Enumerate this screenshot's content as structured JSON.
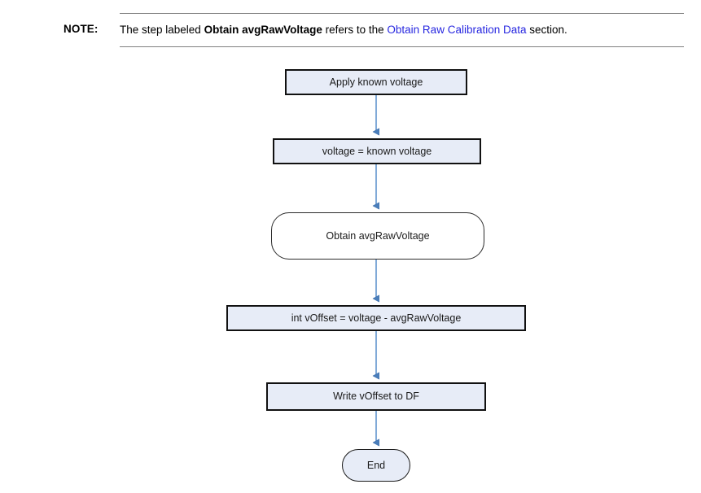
{
  "note": {
    "label": "NOTE:",
    "text_before": "The step labeled ",
    "text_bold": "Obtain avgRawVoltage",
    "text_middle": " refers to the ",
    "link": "Obtain Raw Calibration Data",
    "text_after": " section.",
    "link_color": "#2727e0",
    "rule_color": "#808080"
  },
  "flowchart": {
    "connector_color": "#4a7ebb",
    "process_fill": "#e7ecf7",
    "process_border": "#111111",
    "nodes": [
      {
        "id": "apply-known-voltage",
        "label": "Apply known voltage",
        "shape": "process"
      },
      {
        "id": "voltage-assign",
        "label": "voltage = known voltage",
        "shape": "process"
      },
      {
        "id": "obtain-avg",
        "label": "Obtain avgRawVoltage",
        "shape": "rounded"
      },
      {
        "id": "voffset-calc",
        "label": "int vOffset = voltage - avgRawVoltage",
        "shape": "process"
      },
      {
        "id": "write-voffset",
        "label": "Write vOffset to DF",
        "shape": "process"
      },
      {
        "id": "end",
        "label": "End",
        "shape": "terminator"
      }
    ],
    "connectors": [
      {
        "from": "apply-known-voltage",
        "to": "voltage-assign"
      },
      {
        "from": "voltage-assign",
        "to": "obtain-avg"
      },
      {
        "from": "obtain-avg",
        "to": "voffset-calc"
      },
      {
        "from": "voffset-calc",
        "to": "write-voffset"
      },
      {
        "from": "write-voffset",
        "to": "end"
      }
    ]
  }
}
